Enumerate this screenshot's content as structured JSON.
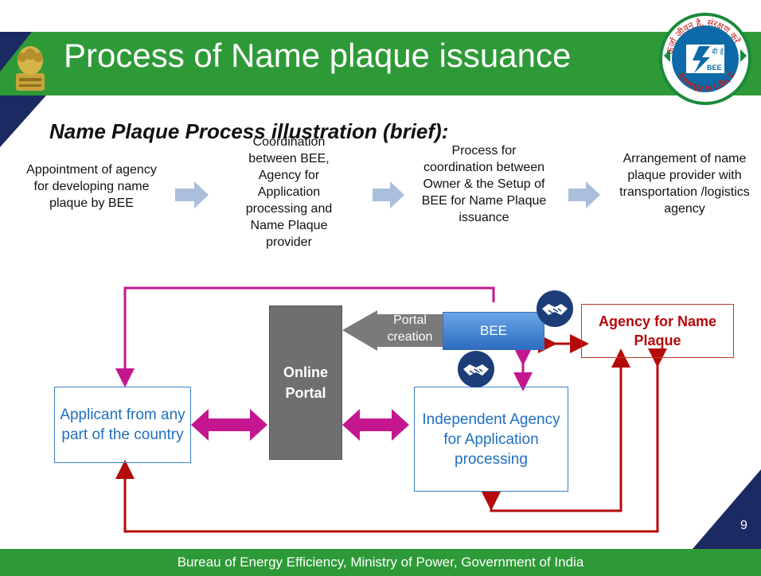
{
  "slide": {
    "title": "Process of Name plaque issuance",
    "subtitle": "Name Plaque Process illustration (brief):",
    "footer": "Bureau of Energy Efficiency, Ministry of Power, Government of India",
    "page_number": "9"
  },
  "logo": {
    "hindi_motto": "ऊर्जा जीवन है, संरक्षण करें",
    "english_motto": "Energy is Life, Conserve it",
    "emblem_text": "बी ई ई",
    "abbr": "BEE"
  },
  "steps": [
    "Appointment of agency for developing name plaque by BEE",
    "Coordination between BEE, Agency for Application processing and Name Plaque provider",
    "Process for coordination between Owner & the Setup of BEE for Name Plaque issuance",
    "Arrangement of name plaque provider with transportation /logistics agency"
  ],
  "diagram": {
    "applicant": "Applicant from any part of the country",
    "portal": "Online Portal",
    "portal_creation": "Portal creation",
    "bee": "BEE",
    "agency_name_plaque": "Agency for Name Plaque",
    "independent_agency": "Independent Agency for Application processing"
  },
  "colors": {
    "green": "#2e9a37",
    "navy": "#1c2a64",
    "magenta": "#c4168f",
    "dark_red": "#b40a0a",
    "blue_text": "#1f6fc1",
    "portal_gray": "#6f6f6f"
  }
}
